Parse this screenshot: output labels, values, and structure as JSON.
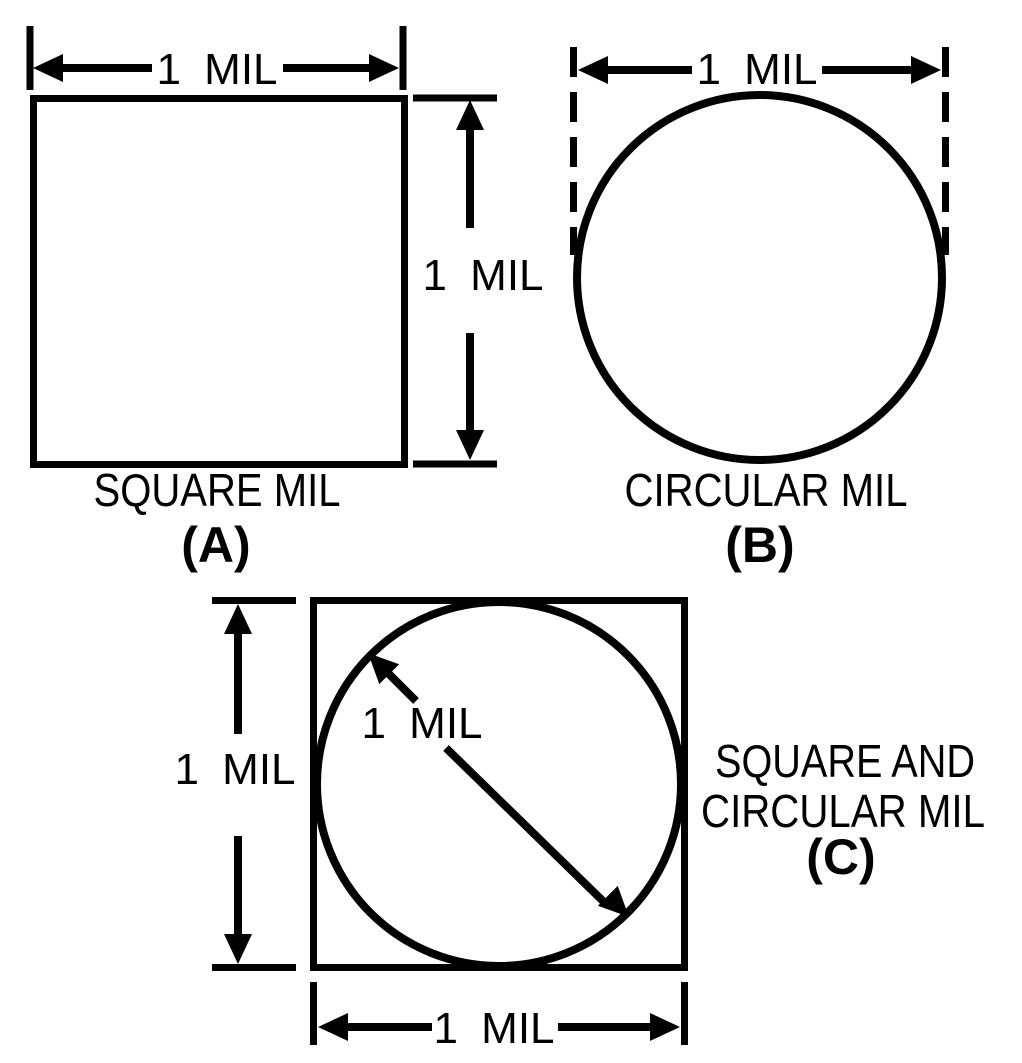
{
  "palette": {
    "ink": "#000000",
    "background": "#ffffff"
  },
  "panels": {
    "a": {
      "title": "SQUARE MIL",
      "tag": "(A)",
      "width_label": "1 MIL",
      "height_label": "1 MIL"
    },
    "b": {
      "title": "CIRCULAR MIL",
      "tag": "(B)",
      "diameter_label": "1 MIL"
    },
    "c": {
      "title_line1": "SQUARE AND",
      "title_line2": "CIRCULAR MIL",
      "tag": "(C)",
      "height_label": "1 MIL",
      "diameter_label": "1 MIL",
      "width_label": "1 MIL"
    }
  }
}
